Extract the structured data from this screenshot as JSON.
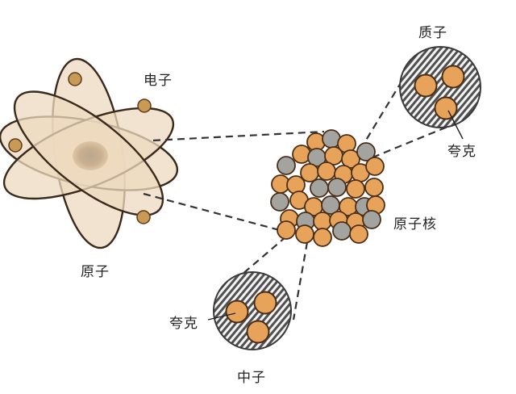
{
  "labels": {
    "electron": "电子",
    "atom": "原子",
    "nucleus": "原子核",
    "proton": "质子",
    "neutron": "中子",
    "quark_proton": "夸克",
    "quark_neutron": "夸克"
  },
  "colors": {
    "orbit_fill": "#ecd9bf",
    "orbit_stroke": "#3a2a1c",
    "electron": "#c99a56",
    "proton_particle": "#e7a35a",
    "neutron_particle": "#a3a3a0",
    "particle_stroke": "#4b2e17",
    "quark": "#e7a35a",
    "hatch_dark": "#4a4a4a",
    "dashed_line": "#333333"
  }
}
